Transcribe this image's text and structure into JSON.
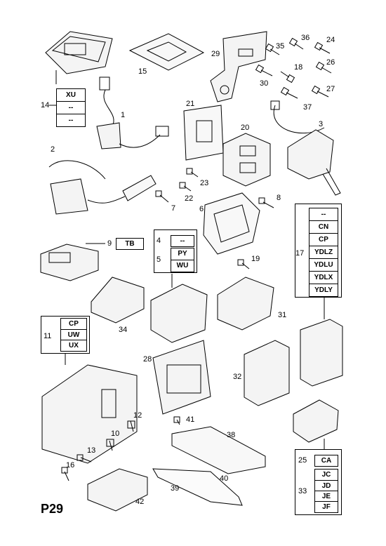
{
  "page_code": "P29",
  "callouts": {
    "n1": "1",
    "n2": "2",
    "n3": "3",
    "n5": "5",
    "n6": "6",
    "n7": "7",
    "n8": "8",
    "n9": "9",
    "n10": "10",
    "n11": "11",
    "n12": "12",
    "n13": "13",
    "n14": "14",
    "n15": "15",
    "n16": "16",
    "n17": "17",
    "n18": "18",
    "n19": "19",
    "n20": "20",
    "n21": "21",
    "n22": "22",
    "n23": "23",
    "n24": "24",
    "n25": "25",
    "n26": "26",
    "n27": "27",
    "n28": "28",
    "n29": "29",
    "n30": "30",
    "n31": "31",
    "n32": "32",
    "n33": "33",
    "n34": "34",
    "n35": "35",
    "n36": "36",
    "n37": "37",
    "n38": "38",
    "n39": "39",
    "n40": "40",
    "n41": "41",
    "n42": "42",
    "n4": "4"
  },
  "code_boxes": {
    "box14": [
      "XU",
      "--",
      "--"
    ],
    "box9": [
      "TB"
    ],
    "box4": [
      "--"
    ],
    "box5": [
      "PY",
      "WU"
    ],
    "box17": [
      "--",
      "CN",
      "CP",
      "YDLZ",
      "YDLU",
      "YDLX",
      "YDLY"
    ],
    "box11": [
      "CP",
      "UW",
      "UX"
    ],
    "box25": [
      "CA"
    ],
    "box33": [
      "JC",
      "JD",
      "JE",
      "JF"
    ]
  }
}
